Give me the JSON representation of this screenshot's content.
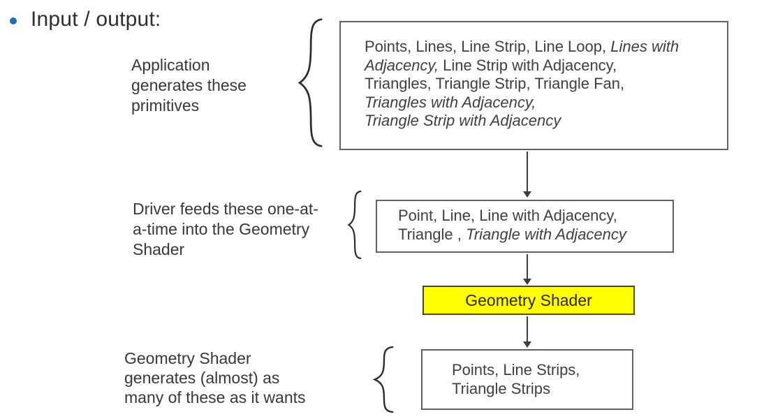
{
  "title": {
    "bullet_glyph": "•",
    "text": "Input / output:"
  },
  "labels": {
    "application": "Application\ngenerates these\nprimitives",
    "driver": "Driver feeds these one-at-\na-time into the Geometry\nShader",
    "generates": "Geometry Shader\ngenerates (almost) as\nmany of these as it wants"
  },
  "boxes": {
    "primitives": {
      "lines": [
        [
          {
            "t": "Points, Lines, Line Strip, Line Loop, "
          },
          {
            "t": "Lines with",
            "i": true
          }
        ],
        [
          {
            "t": "Adjacency,",
            "i": true
          },
          {
            "t": " Line Strip with Adjacency,"
          }
        ],
        [
          {
            "t": "Triangles, Triangle Strip, Triangle Fan,"
          }
        ],
        [
          {
            "t": "Triangles with Adjacency,",
            "i": true
          }
        ],
        [
          {
            "t": "Triangle Strip with Adjacency",
            "i": true
          }
        ]
      ]
    },
    "driver_input": {
      "lines": [
        [
          {
            "t": "Point, Line, Line with Adjacency,"
          }
        ],
        [
          {
            "t": "Triangle , "
          },
          {
            "t": "Triangle with Adjacency",
            "i": true
          }
        ]
      ]
    },
    "geometry_shader": {
      "label": "Geometry Shader"
    },
    "gs_output": {
      "text": "Points, Line Strips,\nTriangle Strips"
    }
  },
  "colors": {
    "text": "#383838",
    "box_border": "#616161",
    "arrow": "#3d3d3d",
    "bullet": "#1e6cb2",
    "accent_fill": "#ffff00",
    "accent_border": "#4d4d00"
  }
}
